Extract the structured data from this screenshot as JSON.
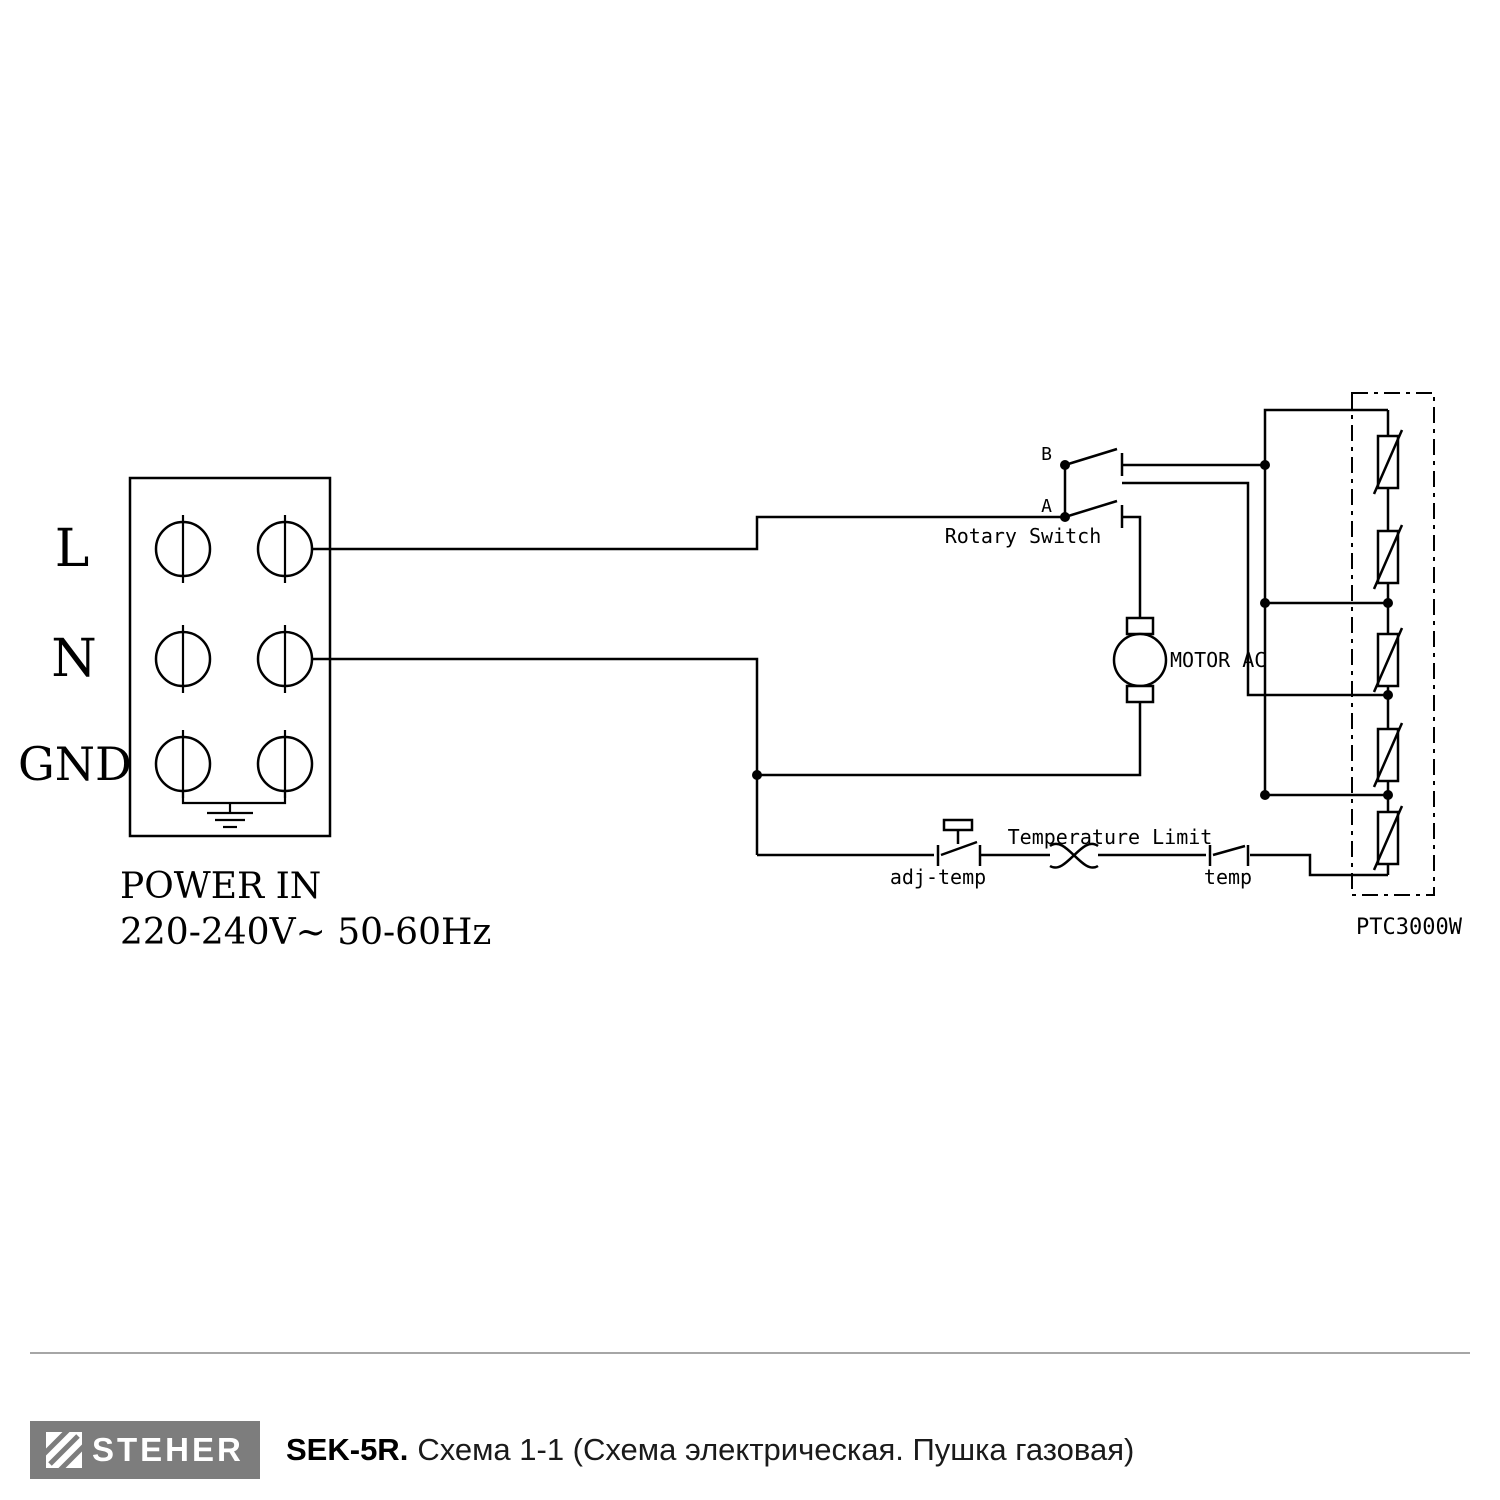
{
  "diagram": {
    "labels": {
      "l": "L",
      "n": "N",
      "gnd": "GND"
    },
    "power_in": "POWER IN",
    "power_spec": "220-240V~ 50-60Hz",
    "contact_b": "B",
    "contact_a": "A",
    "rotary_switch": "Rotary Switch",
    "motor": "MOTOR AC",
    "adj_temp": "adj-temp",
    "temperature_limit": "Temperature Limit",
    "temp": "temp",
    "ptc": "PTC3000W"
  },
  "footer": {
    "brand": "STEHER",
    "model": "SEK-5R.",
    "caption": "Схема 1-1 (Схема электрическая. Пушка газовая)"
  }
}
